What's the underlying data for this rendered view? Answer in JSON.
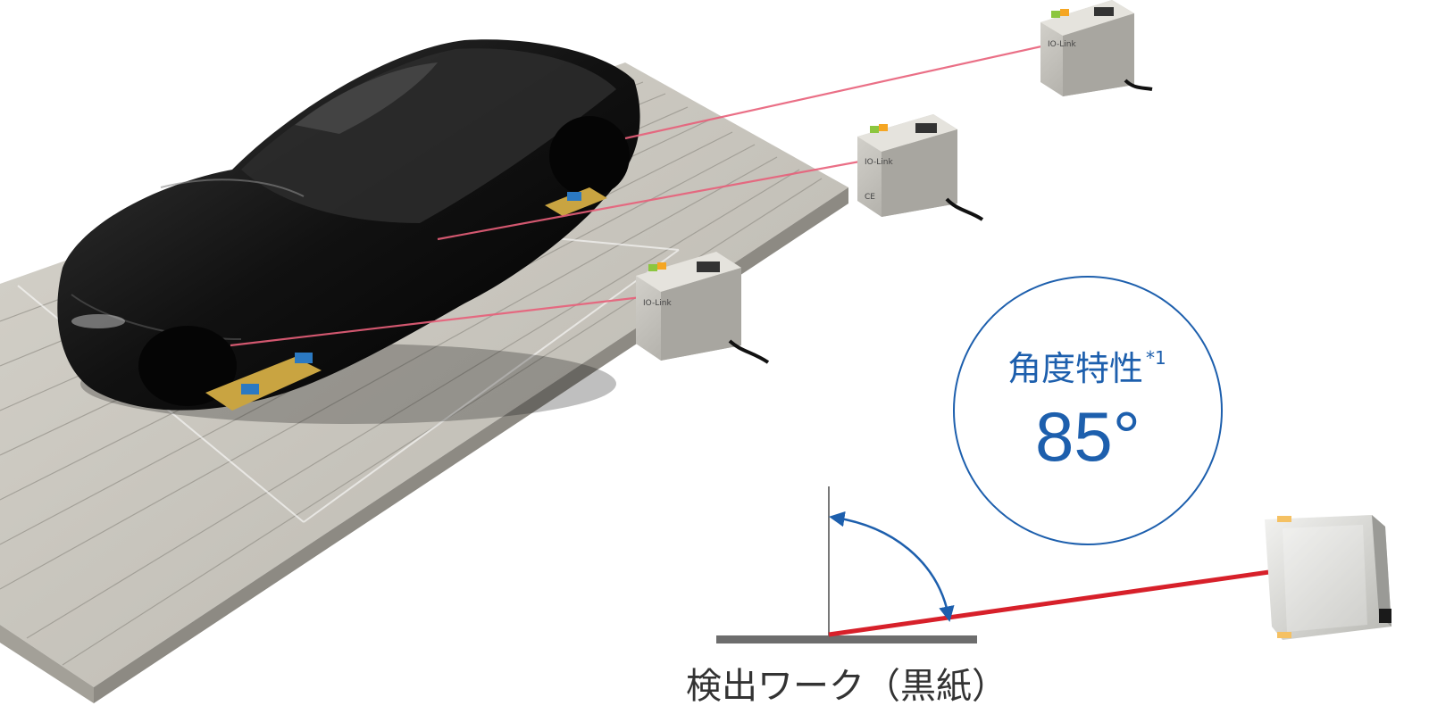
{
  "callout": {
    "title": "角度特性",
    "note": "*1",
    "value": "85°"
  },
  "work_label": "検出ワーク（黒紙）",
  "sensor_marks": {
    "iolink": "IO-Link",
    "ce": "CE"
  },
  "colors": {
    "accent": "#1d5fad",
    "laser": "#d7202a",
    "laser_beam": "#e8607a",
    "floor": "#c9c6bd",
    "car": "#141414"
  }
}
